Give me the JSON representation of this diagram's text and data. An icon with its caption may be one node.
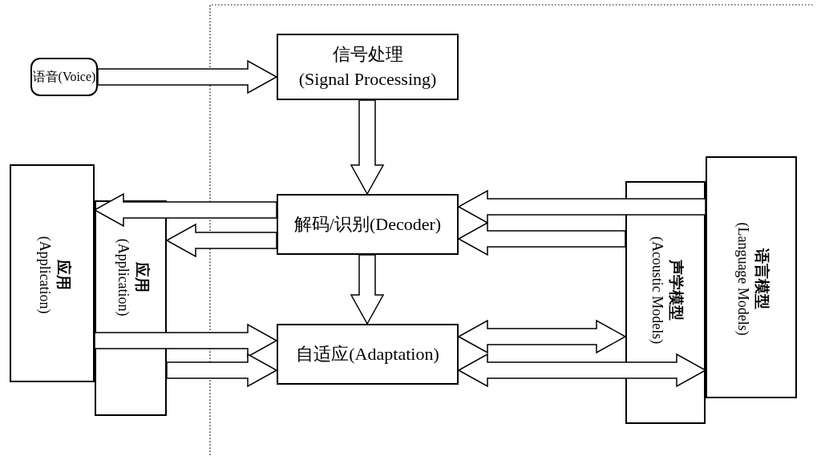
{
  "diagram": {
    "nodes": [
      {
        "text": [
          "语音(Voice)"
        ]
      },
      {
        "text": [
          "信号处理",
          "(Signal Processing)"
        ]
      },
      {
        "text": [
          "解码/识别(Decoder)"
        ]
      },
      {
        "text": [
          "自适应(Adaptation)"
        ]
      },
      {
        "text": [
          "应用",
          "(Application)"
        ]
      },
      {
        "text": [
          "应用",
          "(Application)"
        ]
      },
      {
        "text": [
          "声学模型",
          "(Acoustic Models)"
        ]
      },
      {
        "text": [
          "语言模型",
          "(Language Models)"
        ]
      }
    ],
    "edges": [
      {
        "from": 0,
        "to": 1,
        "arrow": "to"
      },
      {
        "from": 1,
        "to": 2,
        "arrow": "to"
      },
      {
        "from": 2,
        "to": 4,
        "arrow": "to"
      },
      {
        "from": 2,
        "to": 5,
        "arrow": "to"
      },
      {
        "from": 7,
        "to": 2,
        "arrow": "to"
      },
      {
        "from": 6,
        "to": 2,
        "arrow": "to"
      },
      {
        "from": 2,
        "to": 3,
        "arrow": "to"
      },
      {
        "from": 4,
        "to": 3,
        "arrow": "to"
      },
      {
        "from": 5,
        "to": 3,
        "arrow": "to"
      },
      {
        "from": 3,
        "to": 6,
        "arrow": "both"
      },
      {
        "from": 3,
        "to": 7,
        "arrow": "both"
      }
    ]
  }
}
